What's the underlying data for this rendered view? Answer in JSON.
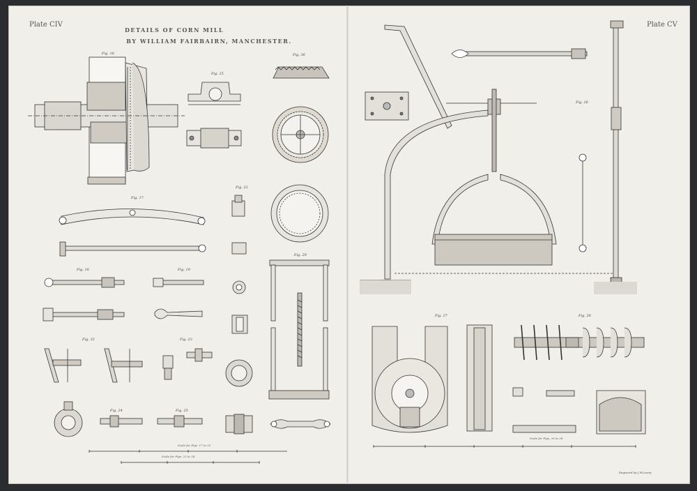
{
  "plate": {
    "left_label": "Plate CIV",
    "right_label": "Plate CV",
    "title": "DETAILS OF CORN MILL",
    "subtitle": "BY WILLIAM FAIRBAIRN, MANCHESTER.",
    "engraver": "Engraved by J.W.Lowry"
  },
  "figures": {
    "fig16": "Fig. 16",
    "fig15": "Fig. 15",
    "fig36": "Fig. 36",
    "fig17": "Fig. 17",
    "fig22_top": "Fig. 22",
    "fig19": "Fig. 19",
    "fig18": "Fig. 18",
    "fig29": "Fig. 29",
    "fig32": "Fig. 32",
    "fig23": "Fig. 23",
    "fig24": "Fig. 24",
    "fig25": "Fig. 25",
    "fig26": "Fig. 26",
    "fig27": "Fig. 27",
    "fig28": "Fig. 28"
  },
  "scales": {
    "left_scale_a": "Scale for Figs. 17 to 21",
    "left_scale_b": "Scale for Figs. 22 to 24",
    "right_scale": "Scale for Figs. 26 to 28"
  }
}
